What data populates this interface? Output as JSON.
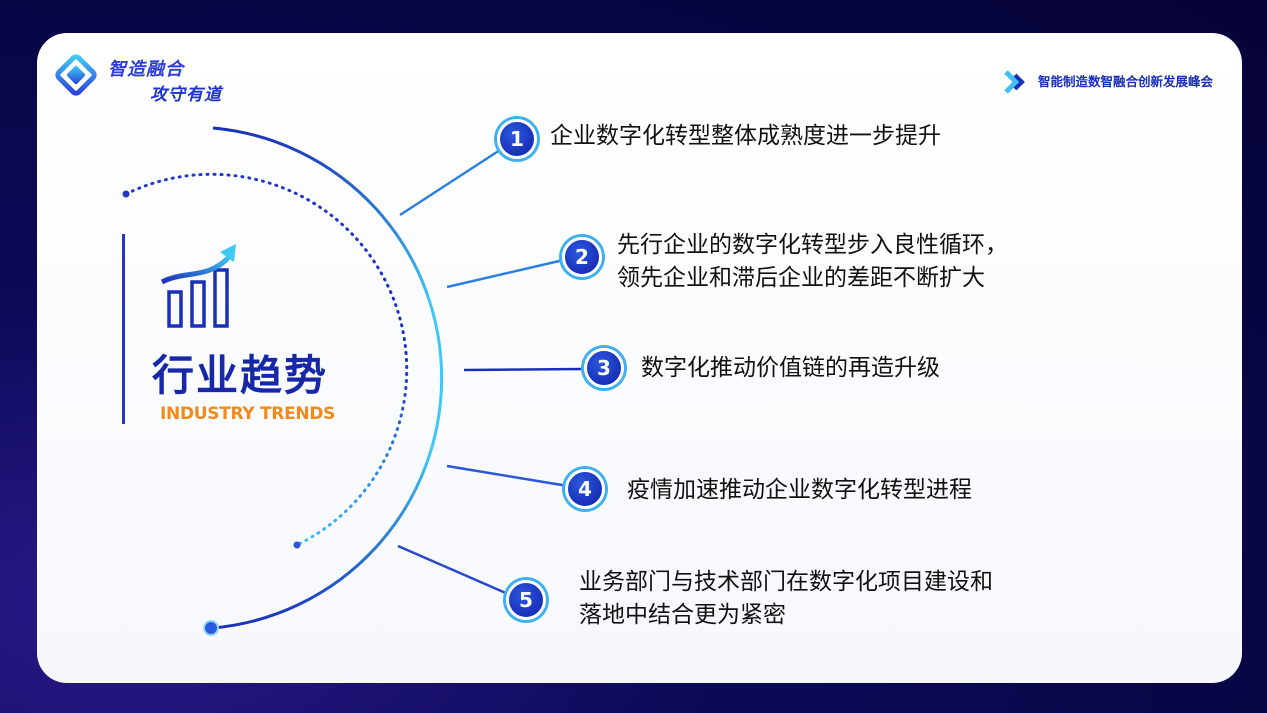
{
  "brand": {
    "line1": "智造融合",
    "line2": "攻守有道"
  },
  "summit_title": "智能制造数智融合创新发展峰会",
  "section": {
    "title_cn": "行业趋势",
    "title_en": "INDUSTRY TRENDS"
  },
  "items": [
    {
      "number": "1",
      "lines": [
        "企业数字化转型整体成熟度进一步提升"
      ]
    },
    {
      "number": "2",
      "lines": [
        "先行企业的数字化转型步入良性循环，",
        "领先企业和滞后企业的差距不断扩大"
      ]
    },
    {
      "number": "3",
      "lines": [
        "数字化推动价值链的再造升级"
      ]
    },
    {
      "number": "4",
      "lines": [
        "疫情加速推动企业数字化转型进程"
      ]
    },
    {
      "number": "5",
      "lines": [
        "业务部门与技术部门在数字化项目建设和",
        "落地中结合更为紧密"
      ]
    }
  ],
  "colors": {
    "primary": "#1627a8",
    "accent_cyan": "#3fb0ee",
    "accent_orange": "#f08a1c",
    "background": "#080645"
  },
  "icons": [
    "logo-diamond-icon",
    "chevron-right-icon",
    "trend-arrow-chart-icon"
  ]
}
